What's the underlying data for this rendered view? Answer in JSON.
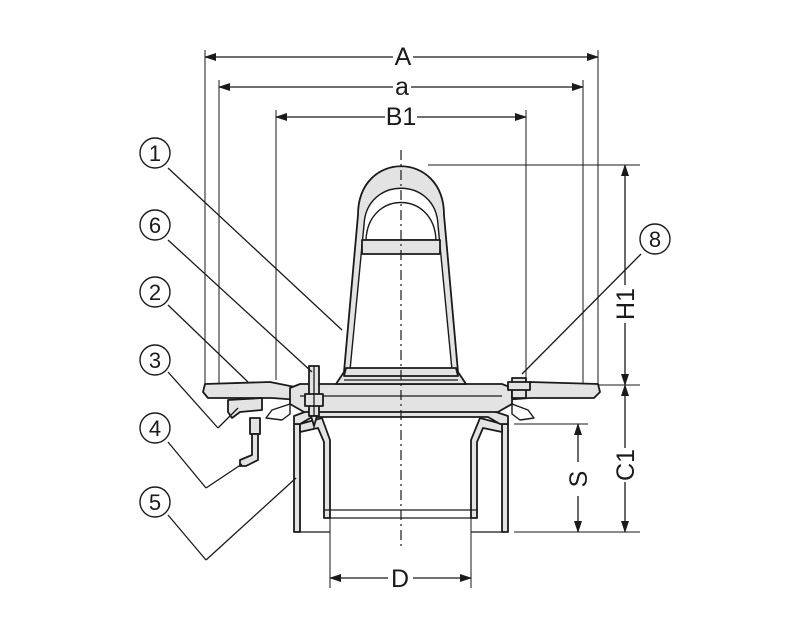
{
  "dimensions": {
    "A": "A",
    "a": "a",
    "B1": "B1",
    "H1": "H1",
    "C1": "C1",
    "S": "S",
    "D": "D"
  },
  "callouts": [
    "1",
    "6",
    "2",
    "3",
    "4",
    "5",
    "8"
  ]
}
